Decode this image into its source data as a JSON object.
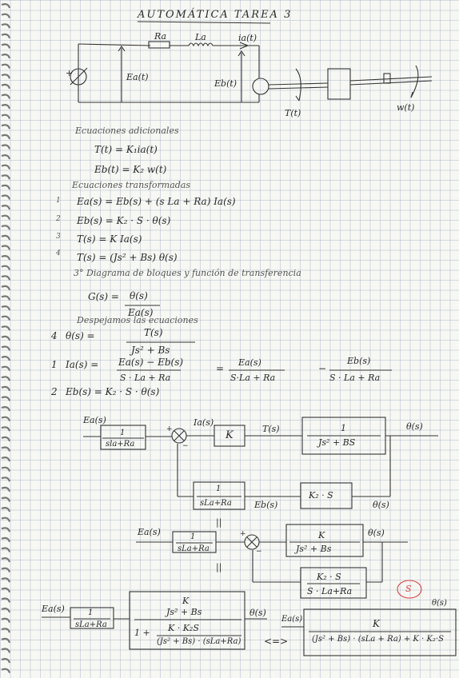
{
  "title": "AUTOMÁTICA TAREA 3",
  "circuit": {
    "Ra": "Ra",
    "La": "La",
    "ia": "ia(t)",
    "Ea": "Ea(t)",
    "Eb": "Eb(t)",
    "plus": "+",
    "T": "T(t)",
    "w": "w(t)"
  },
  "eq_add": {
    "heading": "Ecuaciones adicionales",
    "l1": "T(t) = K₁ia(t)",
    "l2": "Eb(t) = K₂ w(t)"
  },
  "eq_tr": {
    "heading": "Ecuaciones transformadas",
    "items": [
      {
        "n": "1",
        "eq": "Ea(s) = Eb(s) + (s La + Ra) Ia(s)"
      },
      {
        "n": "2",
        "eq": "Eb(s) = K₂ · S · θ(s)"
      },
      {
        "n": "3",
        "eq": "T(s) = K Ia(s)"
      },
      {
        "n": "4",
        "eq": "T(s) = (Js² + Bs) θ(s)"
      }
    ]
  },
  "section3": {
    "heading": "3° Diagrama de bloques y función de transferencia",
    "g_lhs": "G(s) =",
    "g_num": "θ(s)",
    "g_den": "Ea(s)"
  },
  "despejamos": {
    "heading": "Despejamos las ecuaciones",
    "e4_n": "4",
    "e4_lhs": "θ(s) =",
    "e4_num": "T(s)",
    "e4_den": "Js² + Bs",
    "e1_n": "1",
    "e1_lhs": "Ia(s) =",
    "e1_num": "Ea(s) − Eb(s)",
    "e1_den": "S · La + Ra",
    "e1_eq": "=",
    "e1_f2_num": "Ea(s)",
    "e1_f2_den": "S·La + Ra",
    "e1_minus": "−",
    "e1_f3_num": "Eb(s)",
    "e1_f3_den": "S · La + Ra",
    "e2_n": "2",
    "e2": "Eb(s) = K₂ · S · θ(s)"
  },
  "diagram1": {
    "input": "Ea(s)",
    "b1_num": "1",
    "b1_den": "sla+Ra",
    "sum_plus": "+",
    "sum_minus": "−",
    "ia": "Ia(s)",
    "k": "K",
    "t": "T(s)",
    "b3_num": "1",
    "b3_den": "Js² + BS",
    "out": "θ(s)",
    "fb1_num": "1",
    "fb1_den": "sLa+Ra",
    "eb": "Eb(s)",
    "k2s": "K₂ · S",
    "theta_fb": "θ(s)"
  },
  "diagram2": {
    "input": "Ea(s)",
    "b1_num": "1",
    "b1_den": "sLa+Ra",
    "sum_plus": "+",
    "sum_minus": "−",
    "fwd_num": "K",
    "fwd_den": "Js² + Bs",
    "out": "θ(s)",
    "fb_num": "K₂ · S",
    "fb_den": "S · La+Ra",
    "eq_sign": "||",
    "badge": "S"
  },
  "diagram3": {
    "input": "Ea(s)",
    "b1_num": "1",
    "b1_den": "sLa+Ra",
    "big_num_num": "K",
    "big_num_den": "Js² + Bs",
    "big_den_pre": "1 +",
    "big_den_num": "K · K₂S",
    "big_den_den": "(Js² + Bs) · (sLa+Ra)",
    "out": "θ(s)",
    "arrow": "<=>",
    "final_in": "Ea(s)",
    "final_num": "K",
    "final_den": "(Js² + Bs) · (sLa + Ra) + K · K₂·S",
    "final_out": "θ(s)"
  }
}
